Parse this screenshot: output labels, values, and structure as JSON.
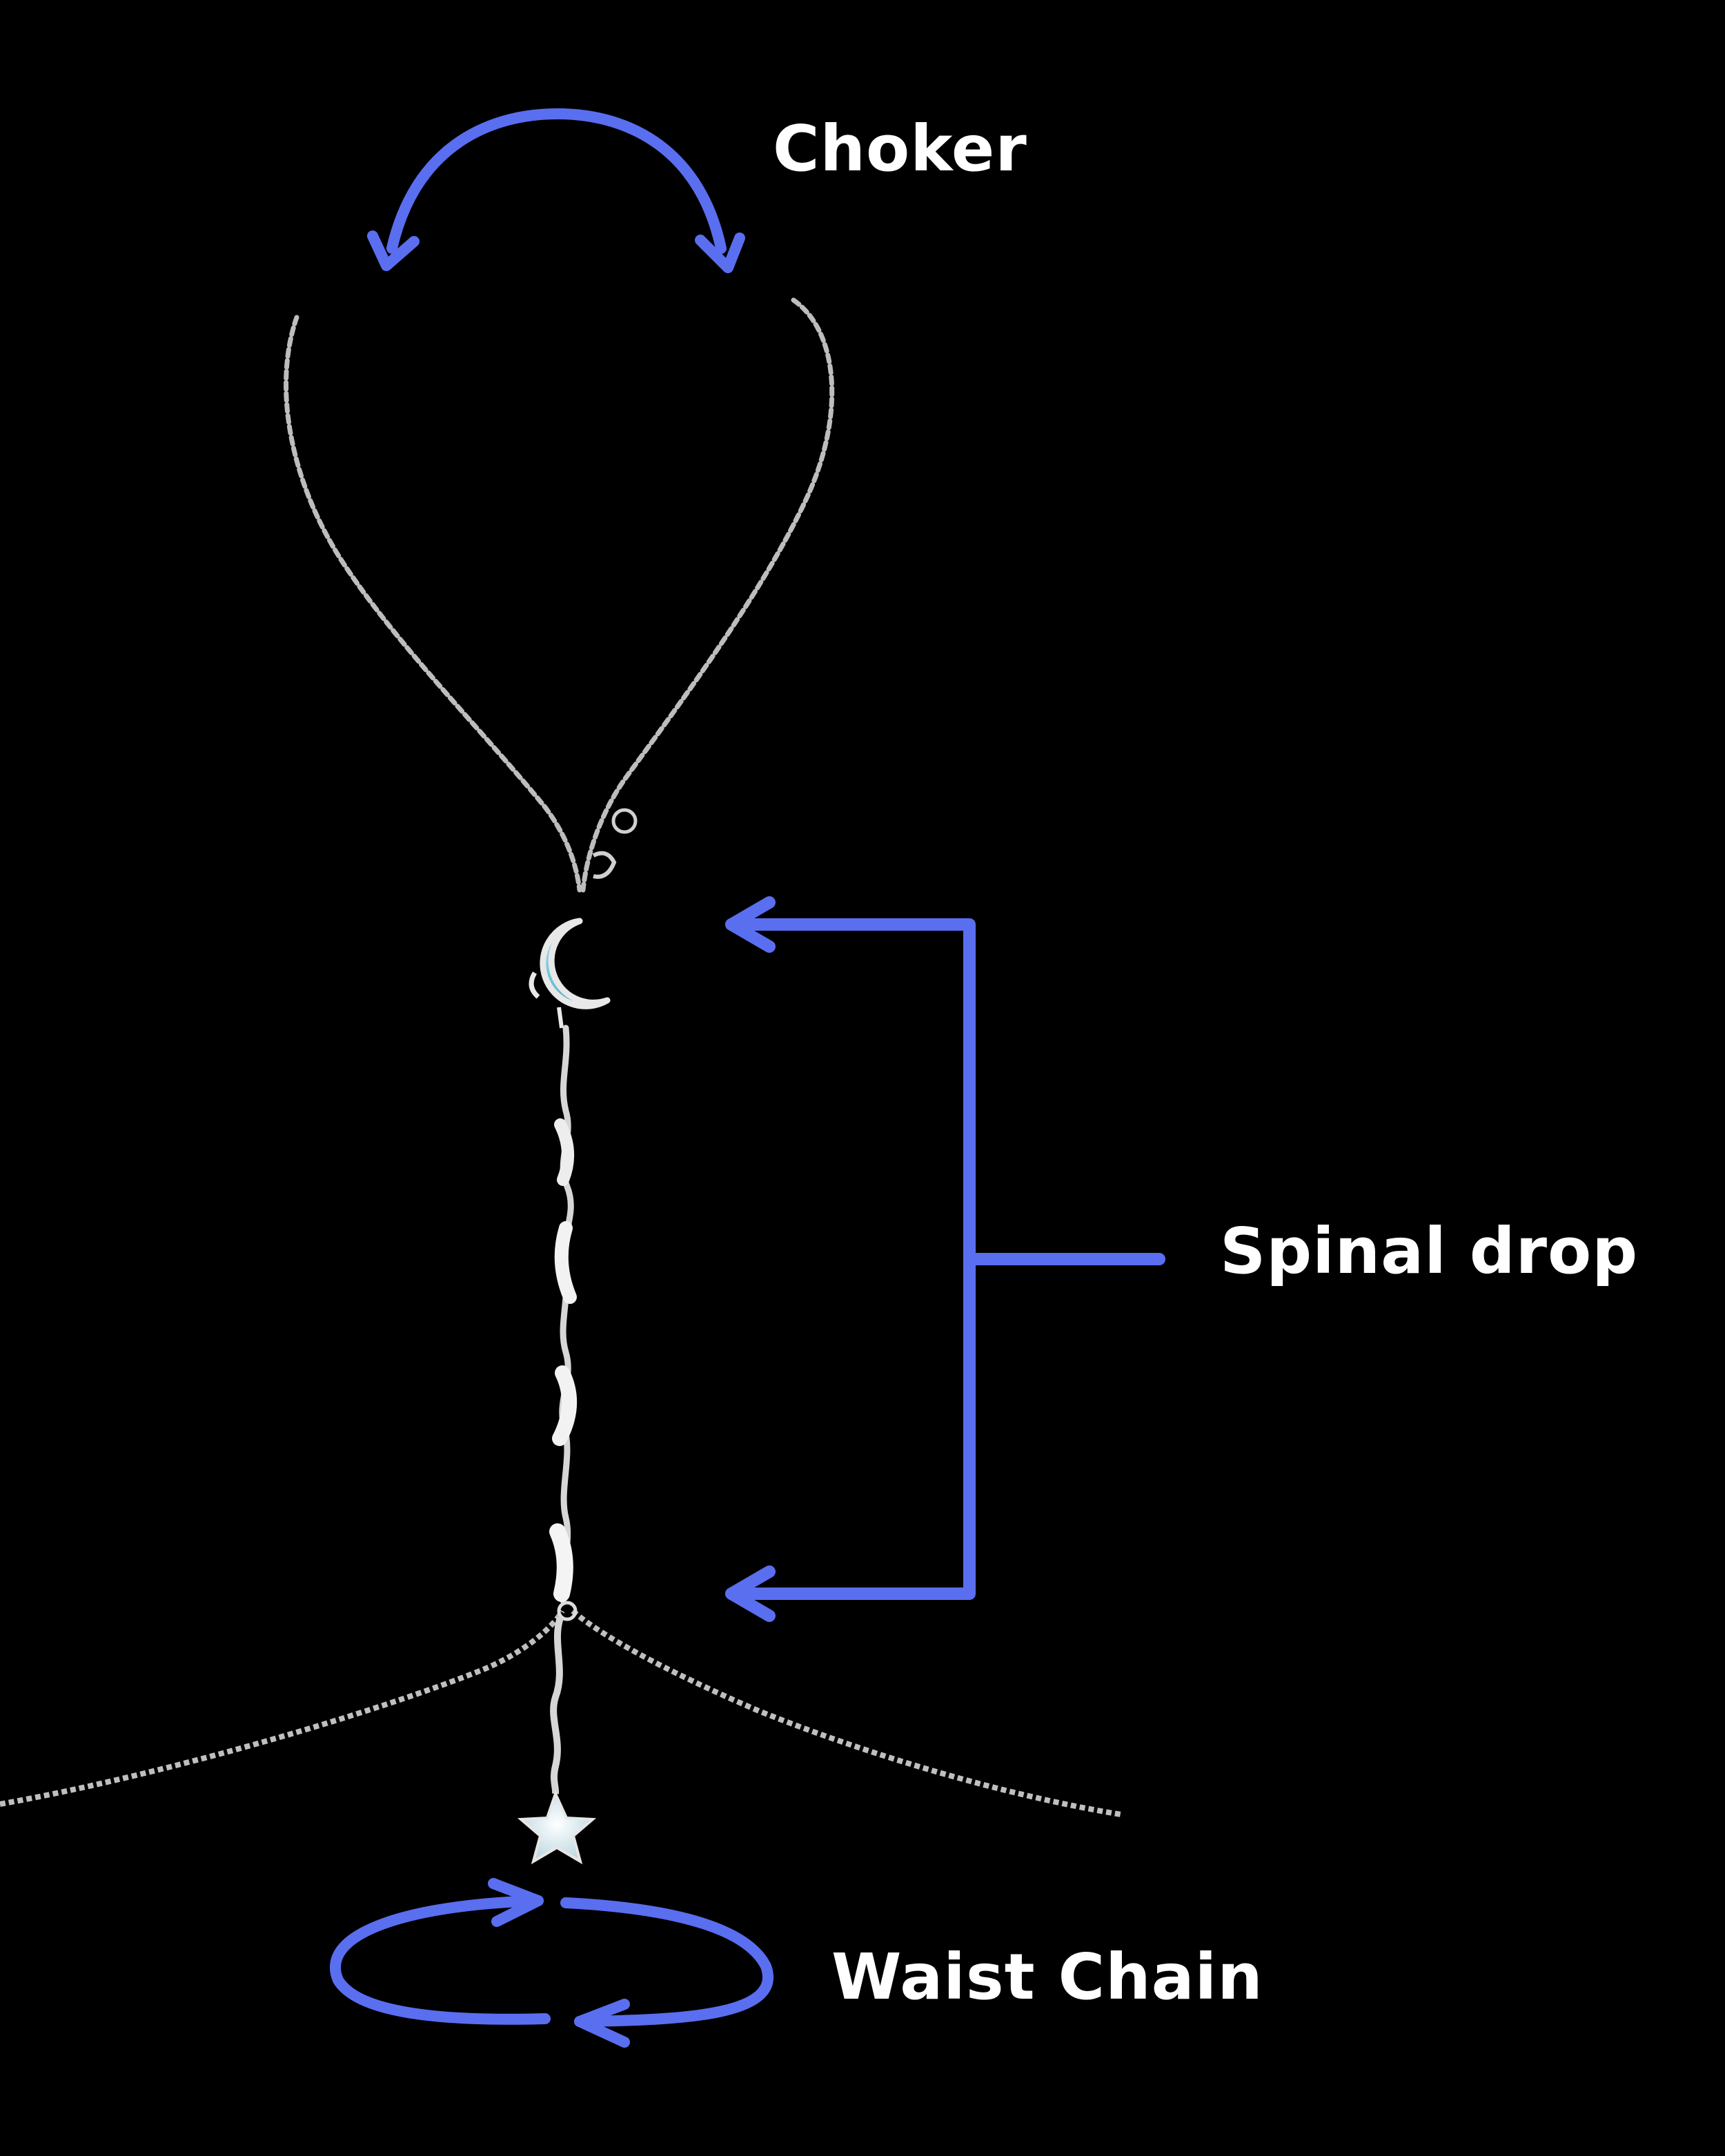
{
  "labels": {
    "choker": "Choker",
    "spinal_drop": "Spinal drop",
    "waist_chain": "Waist Chain"
  },
  "colors": {
    "background": "#000000",
    "arrow_blue": "#5a6ef0",
    "chain_silver": "#c9c9c9",
    "moon_aqua": "#7fd6e6",
    "text": "#ffffff"
  },
  "icons": {
    "choker_arrow": "double-headed-curved-arrow",
    "spinal_bracket": "bracket-arrows",
    "waist_loop": "circular-arrows",
    "moon_charm": "crescent-moon-pendant",
    "star_charm": "star-pendant"
  }
}
